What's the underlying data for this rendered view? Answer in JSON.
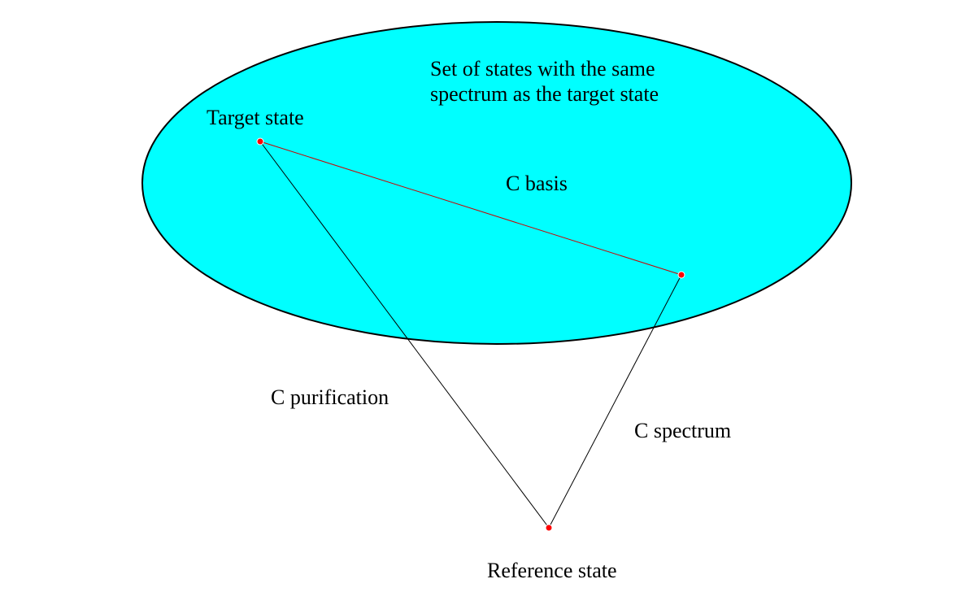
{
  "diagram": {
    "region_label_line1": "Set of states with the same",
    "region_label_line2": "spectrum as the target state",
    "target_label": "Target state",
    "basis_label": "C basis",
    "purification_label": "C purification",
    "spectrum_label": "C spectrum",
    "reference_label": "Reference state"
  },
  "colors": {
    "region_fill": "#00ffff",
    "region_stroke": "#000000",
    "point_fill": "#ff0000",
    "line_stroke": "#000000",
    "basis_line_stroke": "#cc0000"
  }
}
